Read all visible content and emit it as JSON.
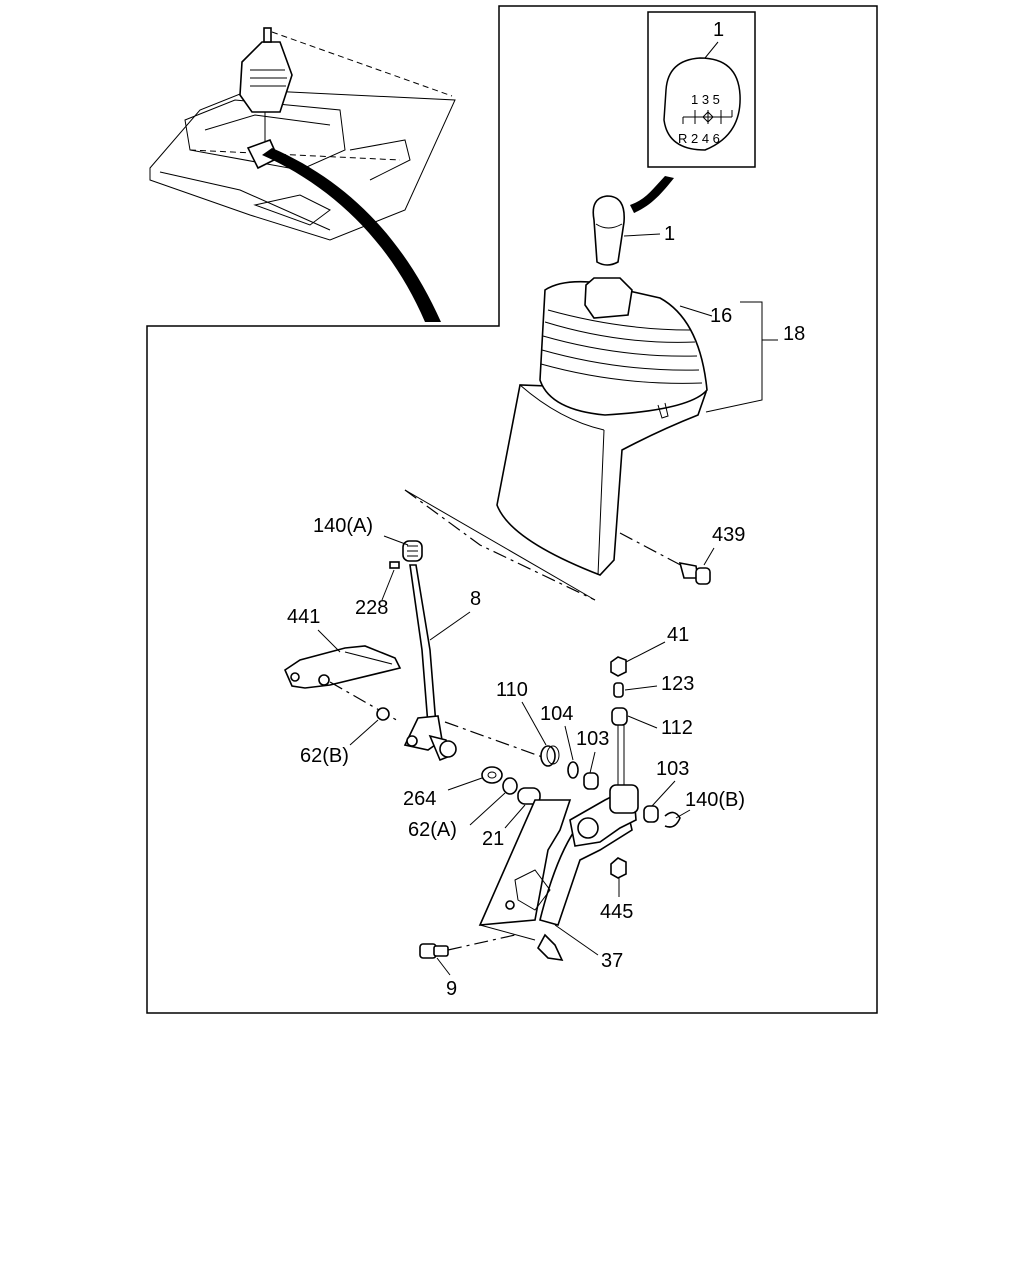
{
  "shift_pattern": {
    "row_top": "1 3 5",
    "row_bottom": "R 2 4 6"
  },
  "labels": {
    "knob_detail": "1",
    "knob": "1",
    "boot": "16",
    "boot_assembly": "18",
    "bushing_140a": "140(A)",
    "pin_228": "228",
    "lever_8": "8",
    "arm_441": "441",
    "bolt_439": "439",
    "nut_41": "41",
    "collar_123": "123",
    "bush_112": "112",
    "spring_110": "110",
    "washer_104": "104",
    "bush_103a": "103",
    "bush_103b": "103",
    "bushing_140b": "140(B)",
    "bush_62b": "62(B)",
    "washer_264": "264",
    "bush_62a": "62(A)",
    "collar_21": "21",
    "nut_445": "445",
    "bracket_37": "37",
    "bolt_9": "9"
  }
}
